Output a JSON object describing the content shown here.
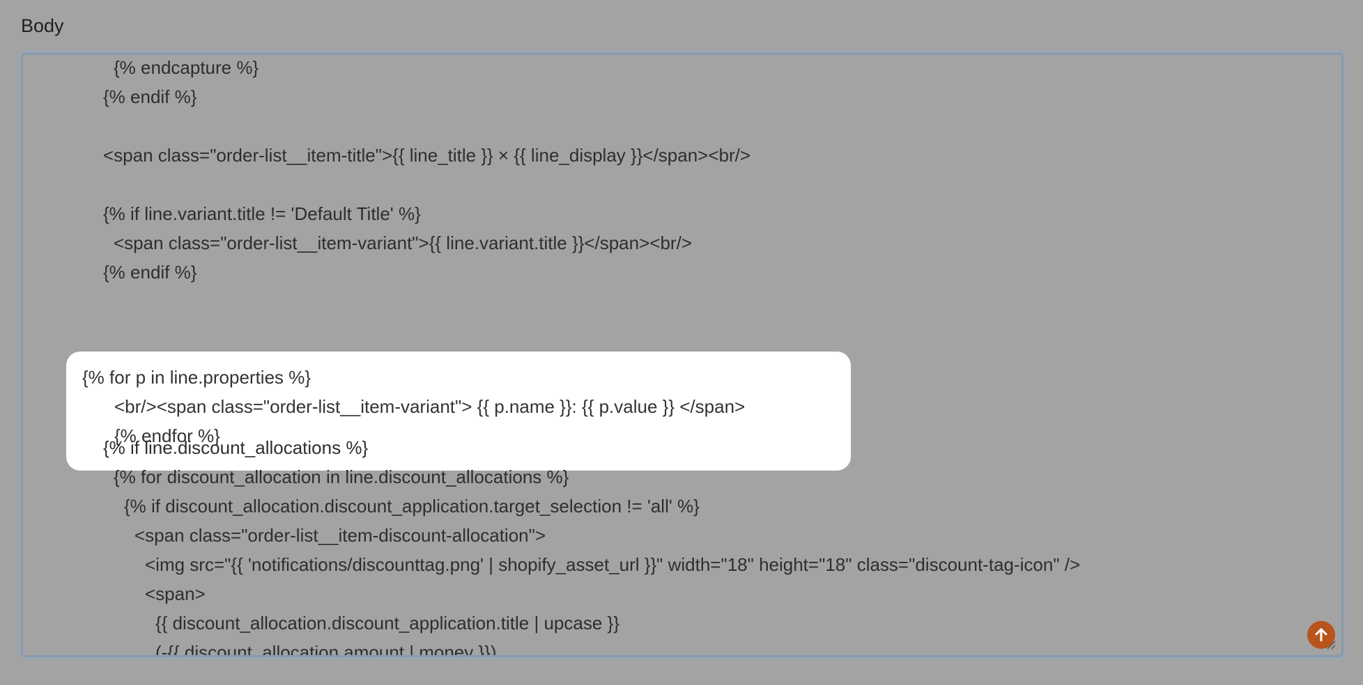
{
  "field": {
    "label": "Body"
  },
  "code": {
    "lines": [
      "{% endcapture %}",
      "{% endif %}",
      "<span class=\"order-list__item-title\">{{ line_title }} × {{ line_display }}</span><br/>",
      "{% if line.variant.title != 'Default Title' %}",
      "<span class=\"order-list__item-variant\">{{ line.variant.title }}</span><br/>",
      "{% endif %}",
      "{% if line.discount_allocations %}",
      "{% for discount_allocation in line.discount_allocations %}",
      "{% if discount_allocation.discount_application.target_selection != 'all' %}",
      "<span class=\"order-list__item-discount-allocation\">",
      "<img src=\"{{ 'notifications/discounttag.png' | shopify_asset_url }}\" width=\"18\" height=\"18\" class=\"discount-tag-icon\" />",
      "<span>",
      "{{ discount_allocation.discount_application.title | upcase }}",
      "(-{{ discount_allocation.amount | money }})"
    ],
    "highlight_lines": [
      "{% for p in line.properties %}",
      "<br/><span class=\"order-list__item-variant\"> {{ p.name }}: {{ p.value }} </span>",
      "{% endfor %}"
    ]
  },
  "icons": {
    "scroll_top": "arrow-up-icon",
    "resize": "resize-grip-icon"
  },
  "colors": {
    "background": "#a3a3a3",
    "highlight": "#ffffff",
    "accent": "#b8541c"
  }
}
